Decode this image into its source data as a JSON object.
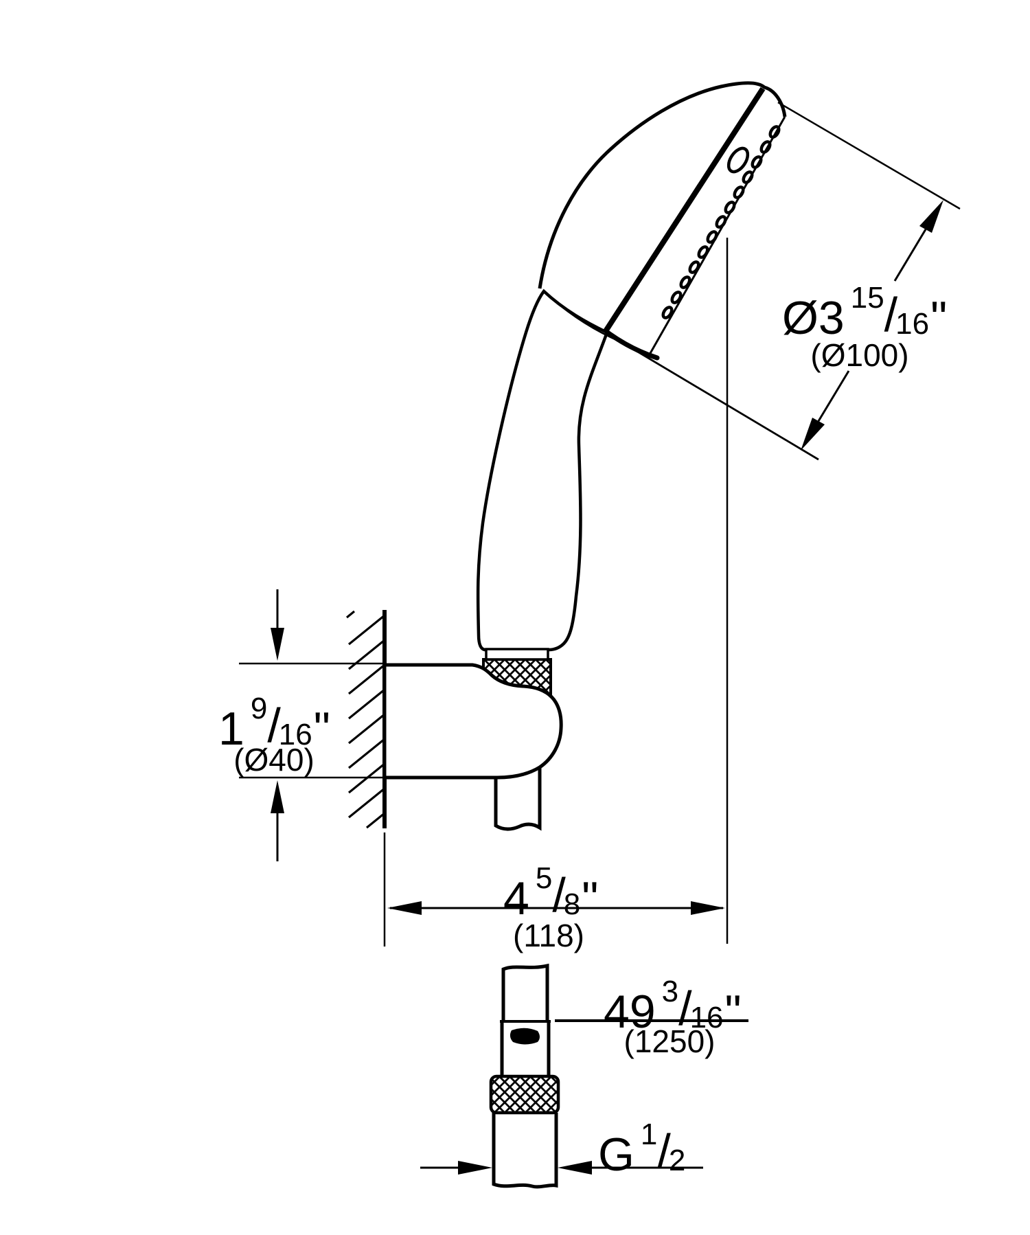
{
  "glyphs": {
    "fraction_slash": "/"
  },
  "colors": {
    "ink": "#000000",
    "paper": "#ffffff"
  },
  "dimensions": {
    "head_diameter": {
      "whole": "Ø3",
      "numerator": "15",
      "denominator": "16",
      "unit": "\"",
      "metric": "(Ø100)"
    },
    "holder_diameter": {
      "whole": "1",
      "numerator": "9",
      "denominator": "16",
      "unit": "\"",
      "metric": "(Ø40)"
    },
    "wall_clearance": {
      "whole": "4",
      "numerator": "5",
      "denominator": "8",
      "unit": "\"",
      "metric": "(118)"
    },
    "hose_length": {
      "whole": "49",
      "numerator": "3",
      "denominator": "16",
      "unit": "\"",
      "metric": "(1250)"
    },
    "thread_size": {
      "whole": "G",
      "numerator": "1",
      "denominator": "2",
      "unit": "",
      "metric": ""
    }
  }
}
